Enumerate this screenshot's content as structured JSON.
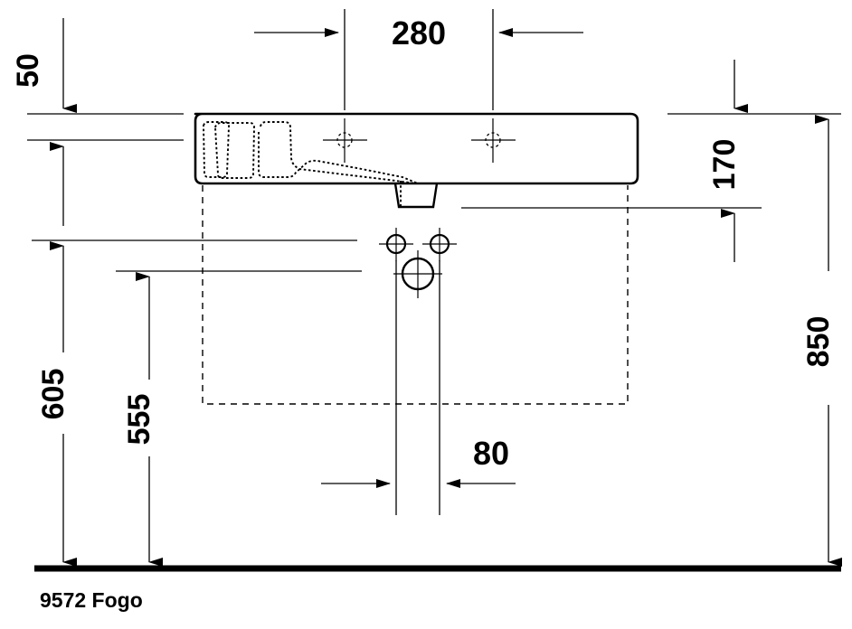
{
  "drawing": {
    "caption": "9572 Fogo",
    "product_line": "Fogo",
    "product_number": "9572",
    "view": "side-elevation",
    "units": "mm",
    "line_color": "#000000",
    "background_color": "#ffffff"
  },
  "dimensions": {
    "depth_front_lip": "50",
    "faucet_hole_spacing": "280",
    "basin_height": "170",
    "overall_mounting_height": "850",
    "cabinet_top_height": "605",
    "secondary_height": "555",
    "drain_offset": "80"
  },
  "labels": {
    "d50": {
      "value": "50",
      "orientation": "vertical"
    },
    "d280": {
      "value": "280",
      "orientation": "horizontal"
    },
    "d170": {
      "value": "170",
      "orientation": "vertical"
    },
    "d850": {
      "value": "850",
      "orientation": "vertical"
    },
    "d605": {
      "value": "605",
      "orientation": "vertical"
    },
    "d555": {
      "value": "555",
      "orientation": "vertical"
    },
    "d80": {
      "value": "80",
      "orientation": "horizontal"
    }
  },
  "features": {
    "faucet_hole_left": "faucet-hole-marker",
    "faucet_hole_right": "faucet-hole-marker",
    "drain_outlet": "drain-trap-outline",
    "supply_connection_left": "small-circle-marker",
    "supply_connection_right": "small-circle-marker",
    "waste_connection": "large-circle-marker",
    "cabinet_outline": "dashed-rectangle",
    "floor_line": "ground-reference-line",
    "basin_body": "basin-outline",
    "bowl_recess": "dotted-bowl-outline"
  }
}
